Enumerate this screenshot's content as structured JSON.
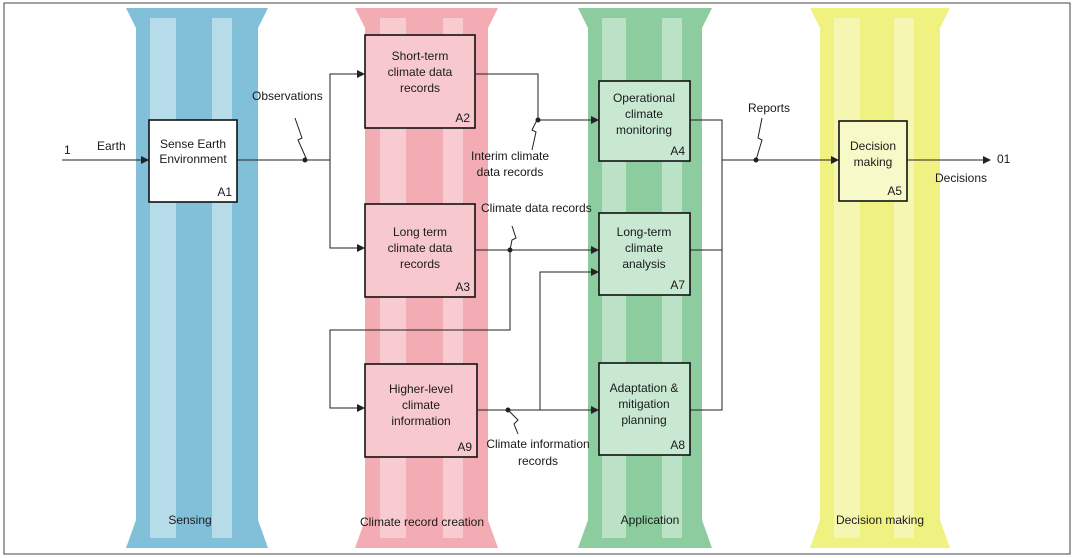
{
  "pillars": [
    {
      "label": "Sensing",
      "color": "#7bbcd6",
      "light": "#c3e2ee"
    },
    {
      "label": "Climate record creation",
      "color": "#f2a7b0",
      "light": "#f9d3d8"
    },
    {
      "label": "Application",
      "color": "#86c99a",
      "light": "#c7e6cf"
    },
    {
      "label": "Decision making",
      "color": "#eef07a",
      "light": "#f7f8bf"
    }
  ],
  "boxes": [
    {
      "id": "A1",
      "lines": [
        "Sense Earth",
        "Environment"
      ],
      "fill": "#ffffff"
    },
    {
      "id": "A2",
      "lines": [
        "Short-term",
        "climate data",
        "records"
      ],
      "fill": "#f7c9cf"
    },
    {
      "id": "A3",
      "lines": [
        "Long term",
        "climate data",
        "records"
      ],
      "fill": "#f7c9cf"
    },
    {
      "id": "A9",
      "lines": [
        "Higher-level",
        "climate",
        "information"
      ],
      "fill": "#f7c9cf"
    },
    {
      "id": "A4",
      "lines": [
        "Operational",
        "climate",
        "monitoring"
      ],
      "fill": "#c9e8d2"
    },
    {
      "id": "A7",
      "lines": [
        "Long-term",
        "climate",
        "analysis"
      ],
      "fill": "#c9e8d2"
    },
    {
      "id": "A8",
      "lines": [
        "Adaptation &",
        "mitigation",
        "planning"
      ],
      "fill": "#c9e8d2"
    },
    {
      "id": "A5",
      "lines": [
        "Decision",
        "making"
      ],
      "fill": "#f8f9c8"
    }
  ],
  "labels": {
    "input_num": "1",
    "earth": "Earth",
    "observations": "Observations",
    "interim": [
      "Interim climate",
      "data records"
    ],
    "climate_data_records": "Climate data records",
    "climate_info": [
      "Climate information",
      "records"
    ],
    "reports": "Reports",
    "output_num": "01",
    "decisions": "Decisions"
  }
}
